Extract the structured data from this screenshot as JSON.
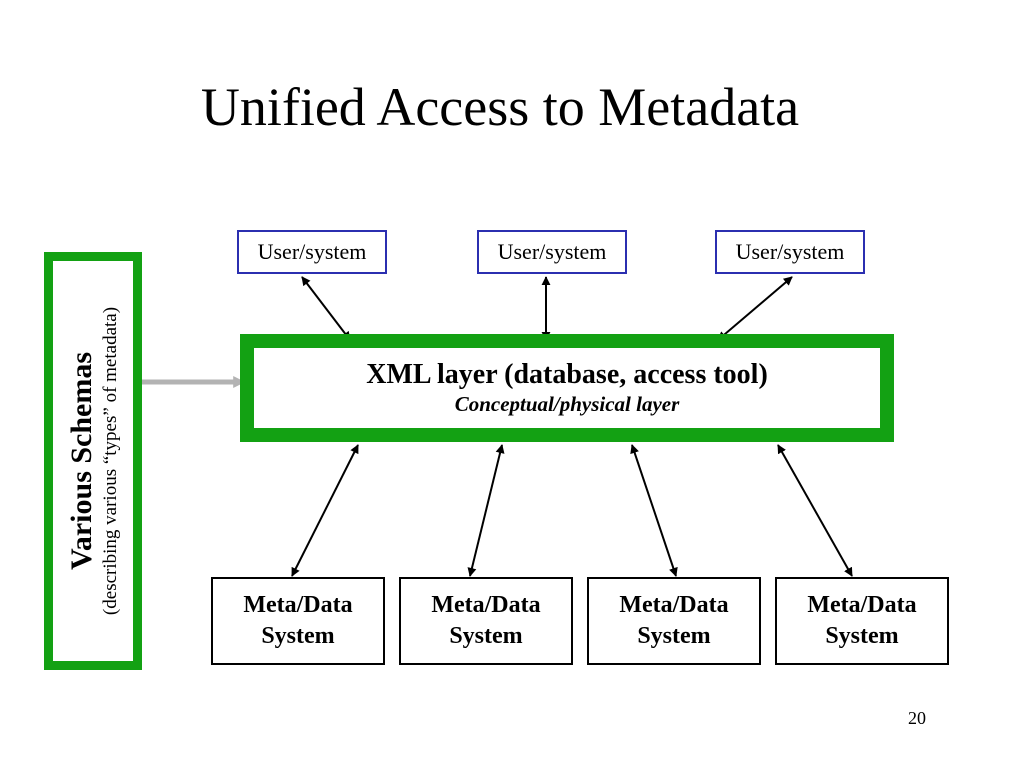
{
  "slide": {
    "title": "Unified Access to Metadata",
    "page_number": "20"
  },
  "users": [
    {
      "label": "User/system"
    },
    {
      "label": "User/system"
    },
    {
      "label": "User/system"
    }
  ],
  "xml_layer": {
    "title": "XML layer (database, access tool)",
    "subtitle": "Conceptual/physical layer"
  },
  "systems": [
    {
      "line1": "Meta/Data",
      "line2": "System"
    },
    {
      "line1": "Meta/Data",
      "line2": "System"
    },
    {
      "line1": "Meta/Data",
      "line2": "System"
    },
    {
      "line1": "Meta/Data",
      "line2": "System"
    }
  ],
  "schemas": {
    "title": "Various Schemas",
    "subtitle": "(describing various “types” of metadata)"
  },
  "colors": {
    "accent_green": "#13a113",
    "user_border_blue": "#2b2fb0",
    "schema_arrow_gray": "#b3b3b3"
  }
}
